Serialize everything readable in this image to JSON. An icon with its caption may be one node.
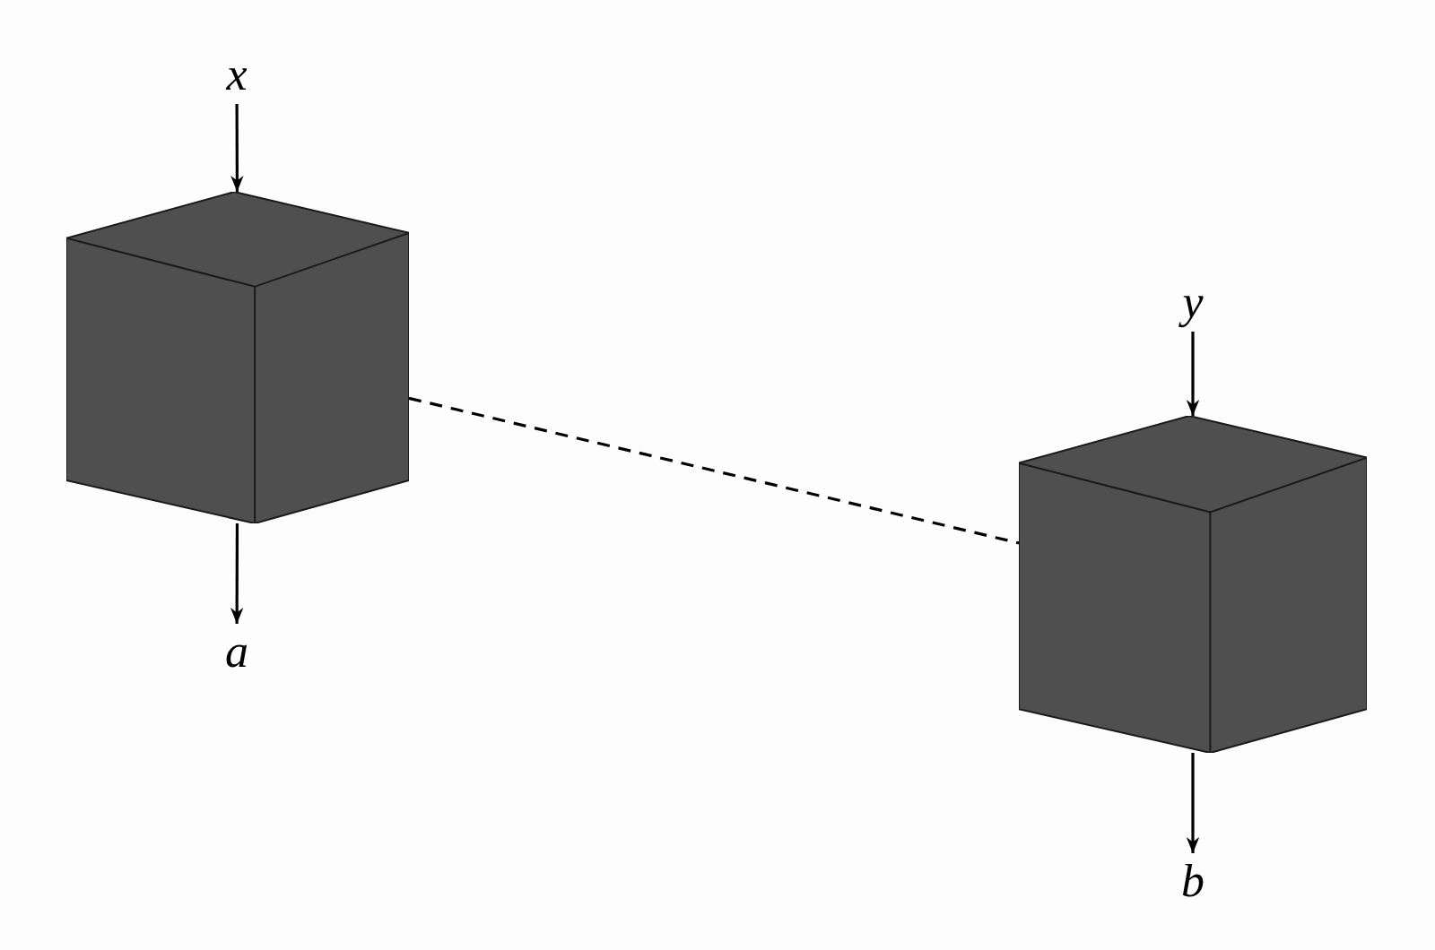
{
  "diagram": {
    "nodes": [
      {
        "text": [
          "x"
        ]
      },
      {
        "text": [],
        "shape": "cube"
      },
      {
        "text": [
          "a"
        ]
      },
      {
        "text": [
          "y"
        ]
      },
      {
        "text": [],
        "shape": "cube"
      },
      {
        "text": [
          "b"
        ]
      }
    ],
    "edges": [
      {
        "from": 0,
        "to": 1,
        "arrow": "to"
      },
      {
        "from": 1,
        "to": 2,
        "arrow": "to"
      },
      {
        "from": 3,
        "to": 4,
        "arrow": "to"
      },
      {
        "from": 4,
        "to": 5,
        "arrow": "to"
      },
      {
        "from": 1,
        "to": 4,
        "arrow": "none",
        "style": "dashed"
      }
    ]
  }
}
